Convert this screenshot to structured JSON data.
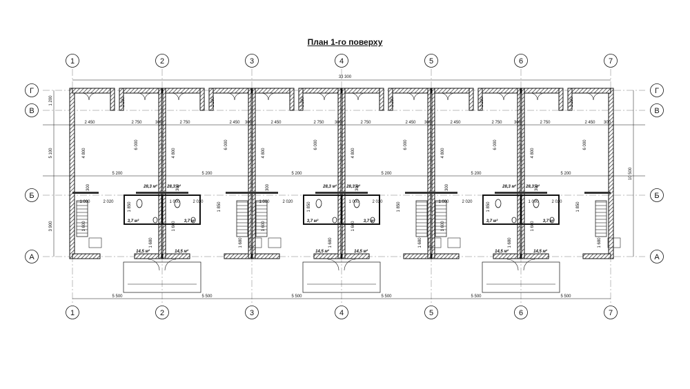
{
  "title": "План 1-го поверху",
  "axes": {
    "vertical": [
      "1",
      "2",
      "3",
      "4",
      "5",
      "6",
      "7"
    ],
    "horizontal": [
      "Г",
      "В",
      "Б",
      "А"
    ]
  },
  "overall_width": "33 300",
  "overall_depth": "10 500",
  "left_dims": [
    "1 200",
    "5 100",
    "3 900"
  ],
  "inner_depth_labels": [
    "4 800",
    "6 000"
  ],
  "top_segment_dims": [
    "2 450",
    "2 750",
    "300",
    "2 750",
    "2 450",
    "300",
    "2 450",
    "2 750",
    "300",
    "2 750",
    "2 450",
    "300",
    "2 450",
    "2 750",
    "300",
    "2 750",
    "2 450",
    "300"
  ],
  "room_width": "5 200",
  "bottom_dim": "5 500",
  "bay_label": "1 200",
  "areas": {
    "living": "28,3 м²",
    "bath": "3,7 м²",
    "hall": "14,5 м²"
  },
  "small_dims": {
    "a": "1 000",
    "b": "2 020",
    "c": "1 850",
    "d": "1 680",
    "e": "1 600",
    "f": "300"
  }
}
